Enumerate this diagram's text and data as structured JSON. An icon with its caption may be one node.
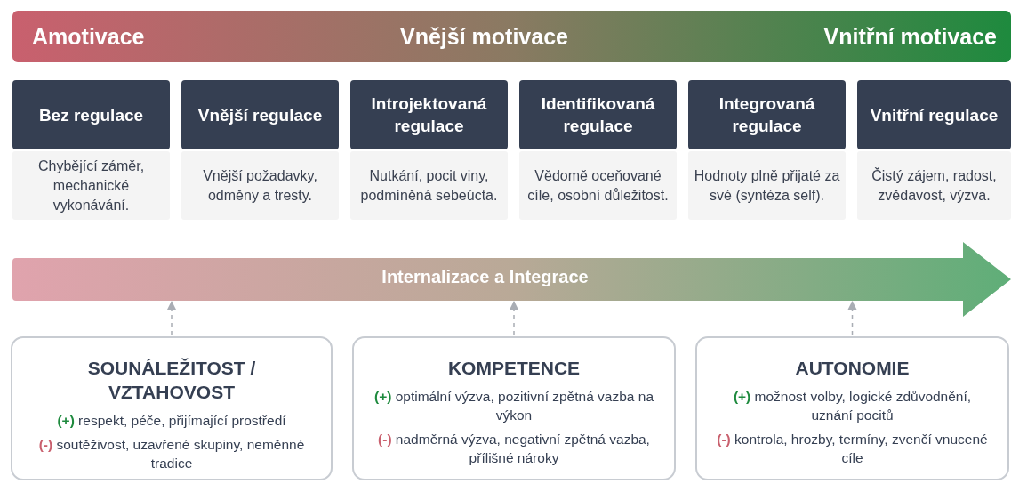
{
  "diagram": {
    "nodes": [
      {
        "text": [
          "Amotivace",
          "Vnější motivace",
          "Vnitřní motivace"
        ]
      },
      {
        "text": [
          "Bez regulace",
          "Chybějící záměr, mechanické vykonávání."
        ]
      },
      {
        "text": [
          "Vnější regulace",
          "Vnější požadavky, odměny a tresty."
        ]
      },
      {
        "text": [
          "Introjektovaná regulace",
          "Nutkání, pocit viny, podmíněná sebeúcta."
        ]
      },
      {
        "text": [
          "Identifikovaná regulace",
          "Vědomě oceňované cíle, osobní důležitost."
        ]
      },
      {
        "text": [
          "Integrovaná regulace",
          "Hodnoty plně přijaté za své (syntéza self)."
        ]
      },
      {
        "text": [
          "Vnitřní regulace",
          "Čistý zájem, radost, zvědavost, výzva."
        ]
      },
      {
        "text": [
          "Internalizace a Integrace"
        ]
      },
      {
        "text": [
          "SOUNÁLEŽITOST / VZTAHOVOST",
          "**(+)** respekt, péče, přijímající prostředí",
          "**(-)** soutěživost, uzavřené skupiny, neměnné tradice"
        ]
      },
      {
        "text": [
          "KOMPETENCE",
          "**(+)** optimální výzva, pozitivní zpětná vazba na výkon",
          "**(-)** nadměrná výzva, negativní zpětná vazba, přílišné nároky"
        ]
      },
      {
        "text": [
          "AUTONOMIE",
          "**(+)** možnost volby, logické zdůvodnění, uznání pocitů",
          "**(-)** kontrola, hrozby, termíny, zvenčí vnucené cíle"
        ]
      }
    ],
    "edges": [
      {
        "from": 8,
        "to": 7,
        "arrow": "to",
        "style": "dashed"
      },
      {
        "from": 9,
        "to": 7,
        "arrow": "to",
        "style": "dashed"
      },
      {
        "from": 10,
        "to": 7,
        "arrow": "to",
        "style": "dashed"
      }
    ]
  }
}
